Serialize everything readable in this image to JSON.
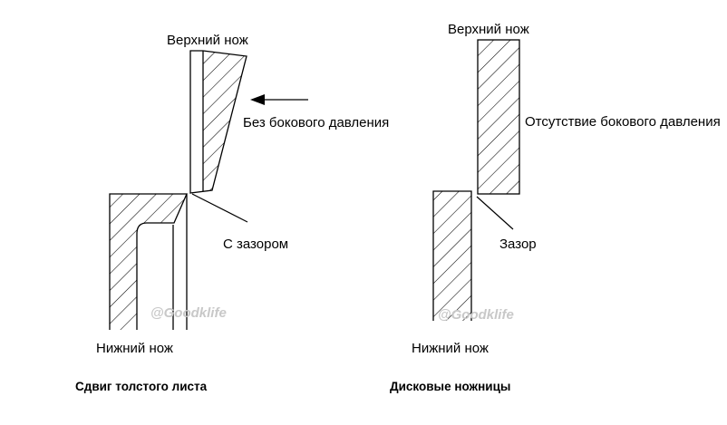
{
  "left_figure": {
    "upper_knife_label": "Верхний нож",
    "side_pressure_label": "Без бокового давления",
    "clearance_label": "С зазором",
    "lower_knife_label": "Нижний нож",
    "caption": "Сдвиг толстого листа",
    "watermark": "@Goodklife"
  },
  "right_figure": {
    "upper_knife_label": "Верхний нож",
    "side_pressure_label": "Отсутствие бокового давления",
    "clearance_label": "Зазор",
    "lower_knife_label": "Нижний нож",
    "caption": "Дисковые ножницы",
    "watermark": "@Goodklife"
  },
  "colors": {
    "line": "#000000",
    "watermark": "#c8c8c8",
    "background": "#ffffff"
  }
}
